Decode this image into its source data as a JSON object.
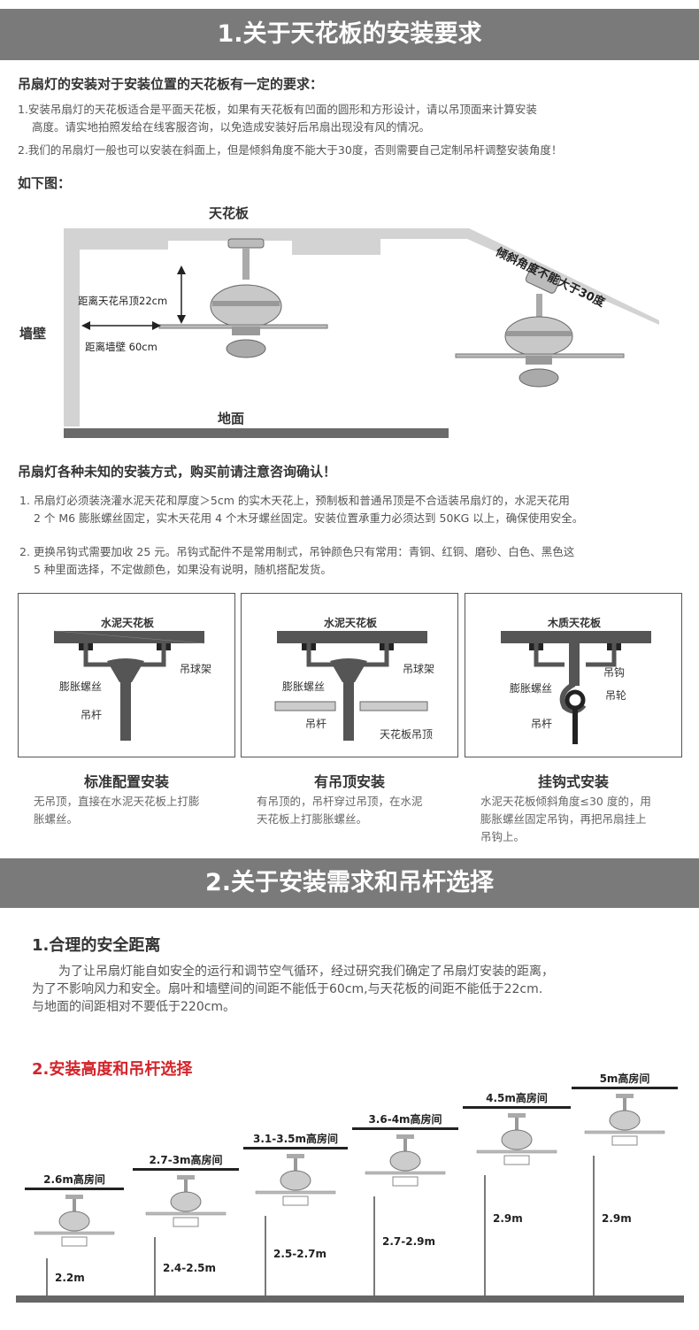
{
  "section1": {
    "title": "1.关于天花板的安装要求",
    "subtitle": "吊扇灯的安装对于安装位置的天花板有一定的要求：",
    "p1_line1": "1.安装吊扇灯的天花板适合是平面天花板，如果有天花板有凹面的圆形和方形设计，请以吊顶面来计算安装",
    "p1_line2": "高度。请实地拍照发给在线客服咨询，以免造成安装好后吊扇出现没有风的情况。",
    "p2": "2.我们的吊扇灯一般也可以安装在斜面上，但是倾斜角度不能大于30度，否则需要自己定制吊杆调整安装角度！",
    "as_below": "如下图：",
    "diagram": {
      "ceiling": "天花板",
      "wall": "墙壁",
      "floor": "地面",
      "dist_ceiling": "距离天花吊顶22cm",
      "dist_wall": "距离墙壁 60cm",
      "slope": "倾斜角度不能大于30度"
    },
    "notice_title": "吊扇灯各种未知的安装方式，购买前请注意咨询确认！",
    "n1_line1": "1. 吊扇灯必须装浇灌水泥天花和厚度＞5cm 的实木天花上，预制板和普通吊顶是不合适装吊扇灯的，水泥天花用",
    "n1_line2": "2 个 M6 膨胀螺丝固定，实木天花用 4 个木牙螺丝固定。安装位置承重力必须达到 50KG 以上，确保使用安全。",
    "n2_line1": "2. 更换吊钩式需要加收 25 元。吊钩式配件不是常用制式，吊钟颜色只有常用：青铜、红铜、磨砂、白色、黑色这",
    "n2_line2": "5 种里面选择，不定做颜色，如果没有说明，随机搭配发货。",
    "methods": [
      {
        "box_title": "水泥天花板",
        "bracket": "吊球架",
        "screw": "膨胀螺丝",
        "rod": "吊杆",
        "caption": "标准配置安装",
        "desc_line1": "无吊顶，直接在水泥天花板上打膨",
        "desc_line2": "胀螺丝。"
      },
      {
        "box_title": "水泥天花板",
        "bracket": "吊球架",
        "screw": "膨胀螺丝",
        "rod": "吊杆",
        "drop_ceiling": "天花板吊顶",
        "caption": "有吊顶安装",
        "desc_line1": "有吊顶的，吊杆穿过吊顶，在水泥",
        "desc_line2": "天花板上打膨胀螺丝。"
      },
      {
        "box_title": "木质天花板",
        "hook": "吊钩",
        "screw": "膨胀螺丝",
        "wheel": "吊轮",
        "rod": "吊杆",
        "caption": "挂钩式安装",
        "desc_line1": "水泥天花板倾斜角度≤30 度的，用",
        "desc_line2": "膨胀螺丝固定吊钩，再把吊扇挂上",
        "desc_line3": "吊钩上。"
      }
    ]
  },
  "section2": {
    "title": "2.关于安装需求和吊杆选择",
    "sub1": "1.合理的安全距离",
    "para_line1": "为了让吊扇灯能自如安全的运行和调节空气循环，经过研究我们确定了吊扇灯安装的距离，",
    "para_line2": "为了不影响风力和安全。扇叶和墙壁间的间距不能低于60cm,与天花板的间距不能低于22cm.",
    "para_line3": "与地面的间距相对不要低于220cm。",
    "sub2": "2.安装高度和吊杆选择",
    "rooms": [
      {
        "label": "2.6m高房间",
        "height": "2.2m"
      },
      {
        "label": "2.7-3m高房间",
        "height": "2.4-2.5m"
      },
      {
        "label": "3.1-3.5m高房间",
        "height": "2.5-2.7m"
      },
      {
        "label": "3.6-4m高房间",
        "height": "2.7-2.9m"
      },
      {
        "label": "4.5m高房间",
        "height": "2.9m"
      },
      {
        "label": "5m高房间",
        "height": "2.9m"
      }
    ]
  },
  "colors": {
    "banner": "#7a7a7a",
    "accent_red": "#d4232a",
    "ceiling_gray": "#c9c9c9",
    "floor_dark": "#666666"
  }
}
